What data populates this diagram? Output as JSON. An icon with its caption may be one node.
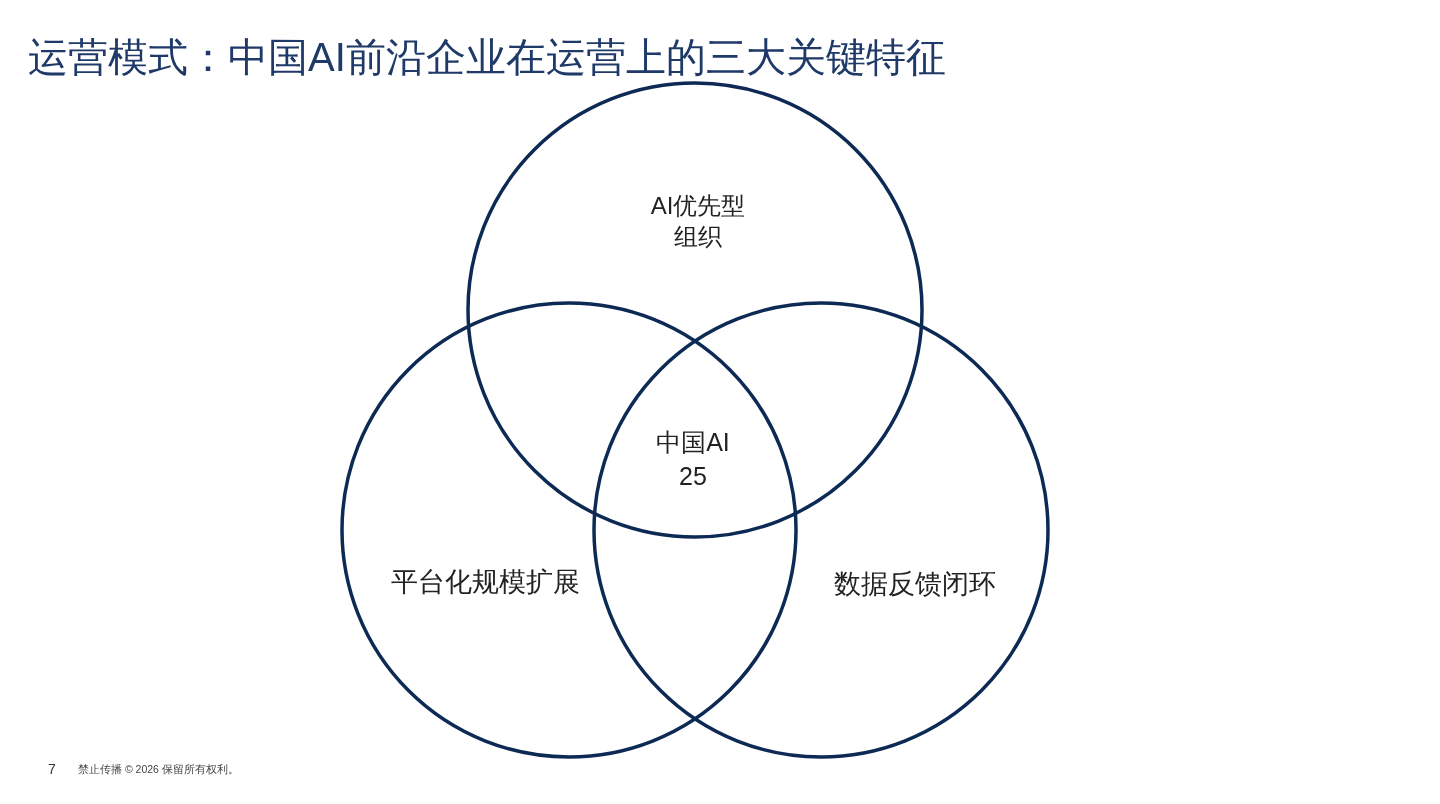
{
  "diagram": {
    "title": "运营模式：中国AI前沿企业在运营上的三大关键特征",
    "nodes": [
      {
        "text": [
          "AI优先型组织"
        ]
      },
      {
        "text": [
          "平台化规模扩展"
        ]
      },
      {
        "text": [
          "数据反馈闭环"
        ]
      }
    ],
    "labels": [
      "中国AI 25",
      "7",
      "禁止传播 © 2026 保留所有权利。"
    ]
  }
}
